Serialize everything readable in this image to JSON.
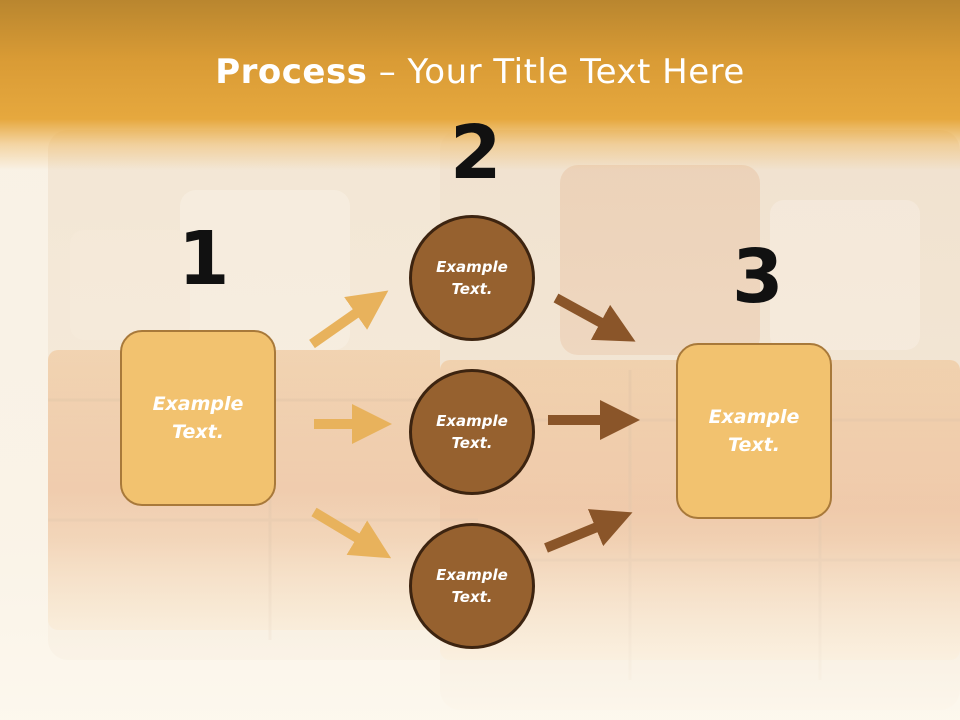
{
  "slide": {
    "title_bold": "Process",
    "title_rest": " – Your Title Text Here"
  },
  "steps": {
    "n1": "1",
    "n2": "2",
    "n3": "3"
  },
  "nodes": {
    "left_box": "Example Text.",
    "circle_top": "Example Text.",
    "circle_mid": "Example Text.",
    "circle_bot": "Example Text.",
    "right_box": "Example Text."
  },
  "colors": {
    "title_band": "#e6a83e",
    "box_fill": "#f2c26f",
    "box_border": "#a8793a",
    "circle_fill": "#96612f",
    "circle_border": "#3d2410",
    "arrow_light": "#e8b25c",
    "arrow_dark": "#8a5529"
  }
}
